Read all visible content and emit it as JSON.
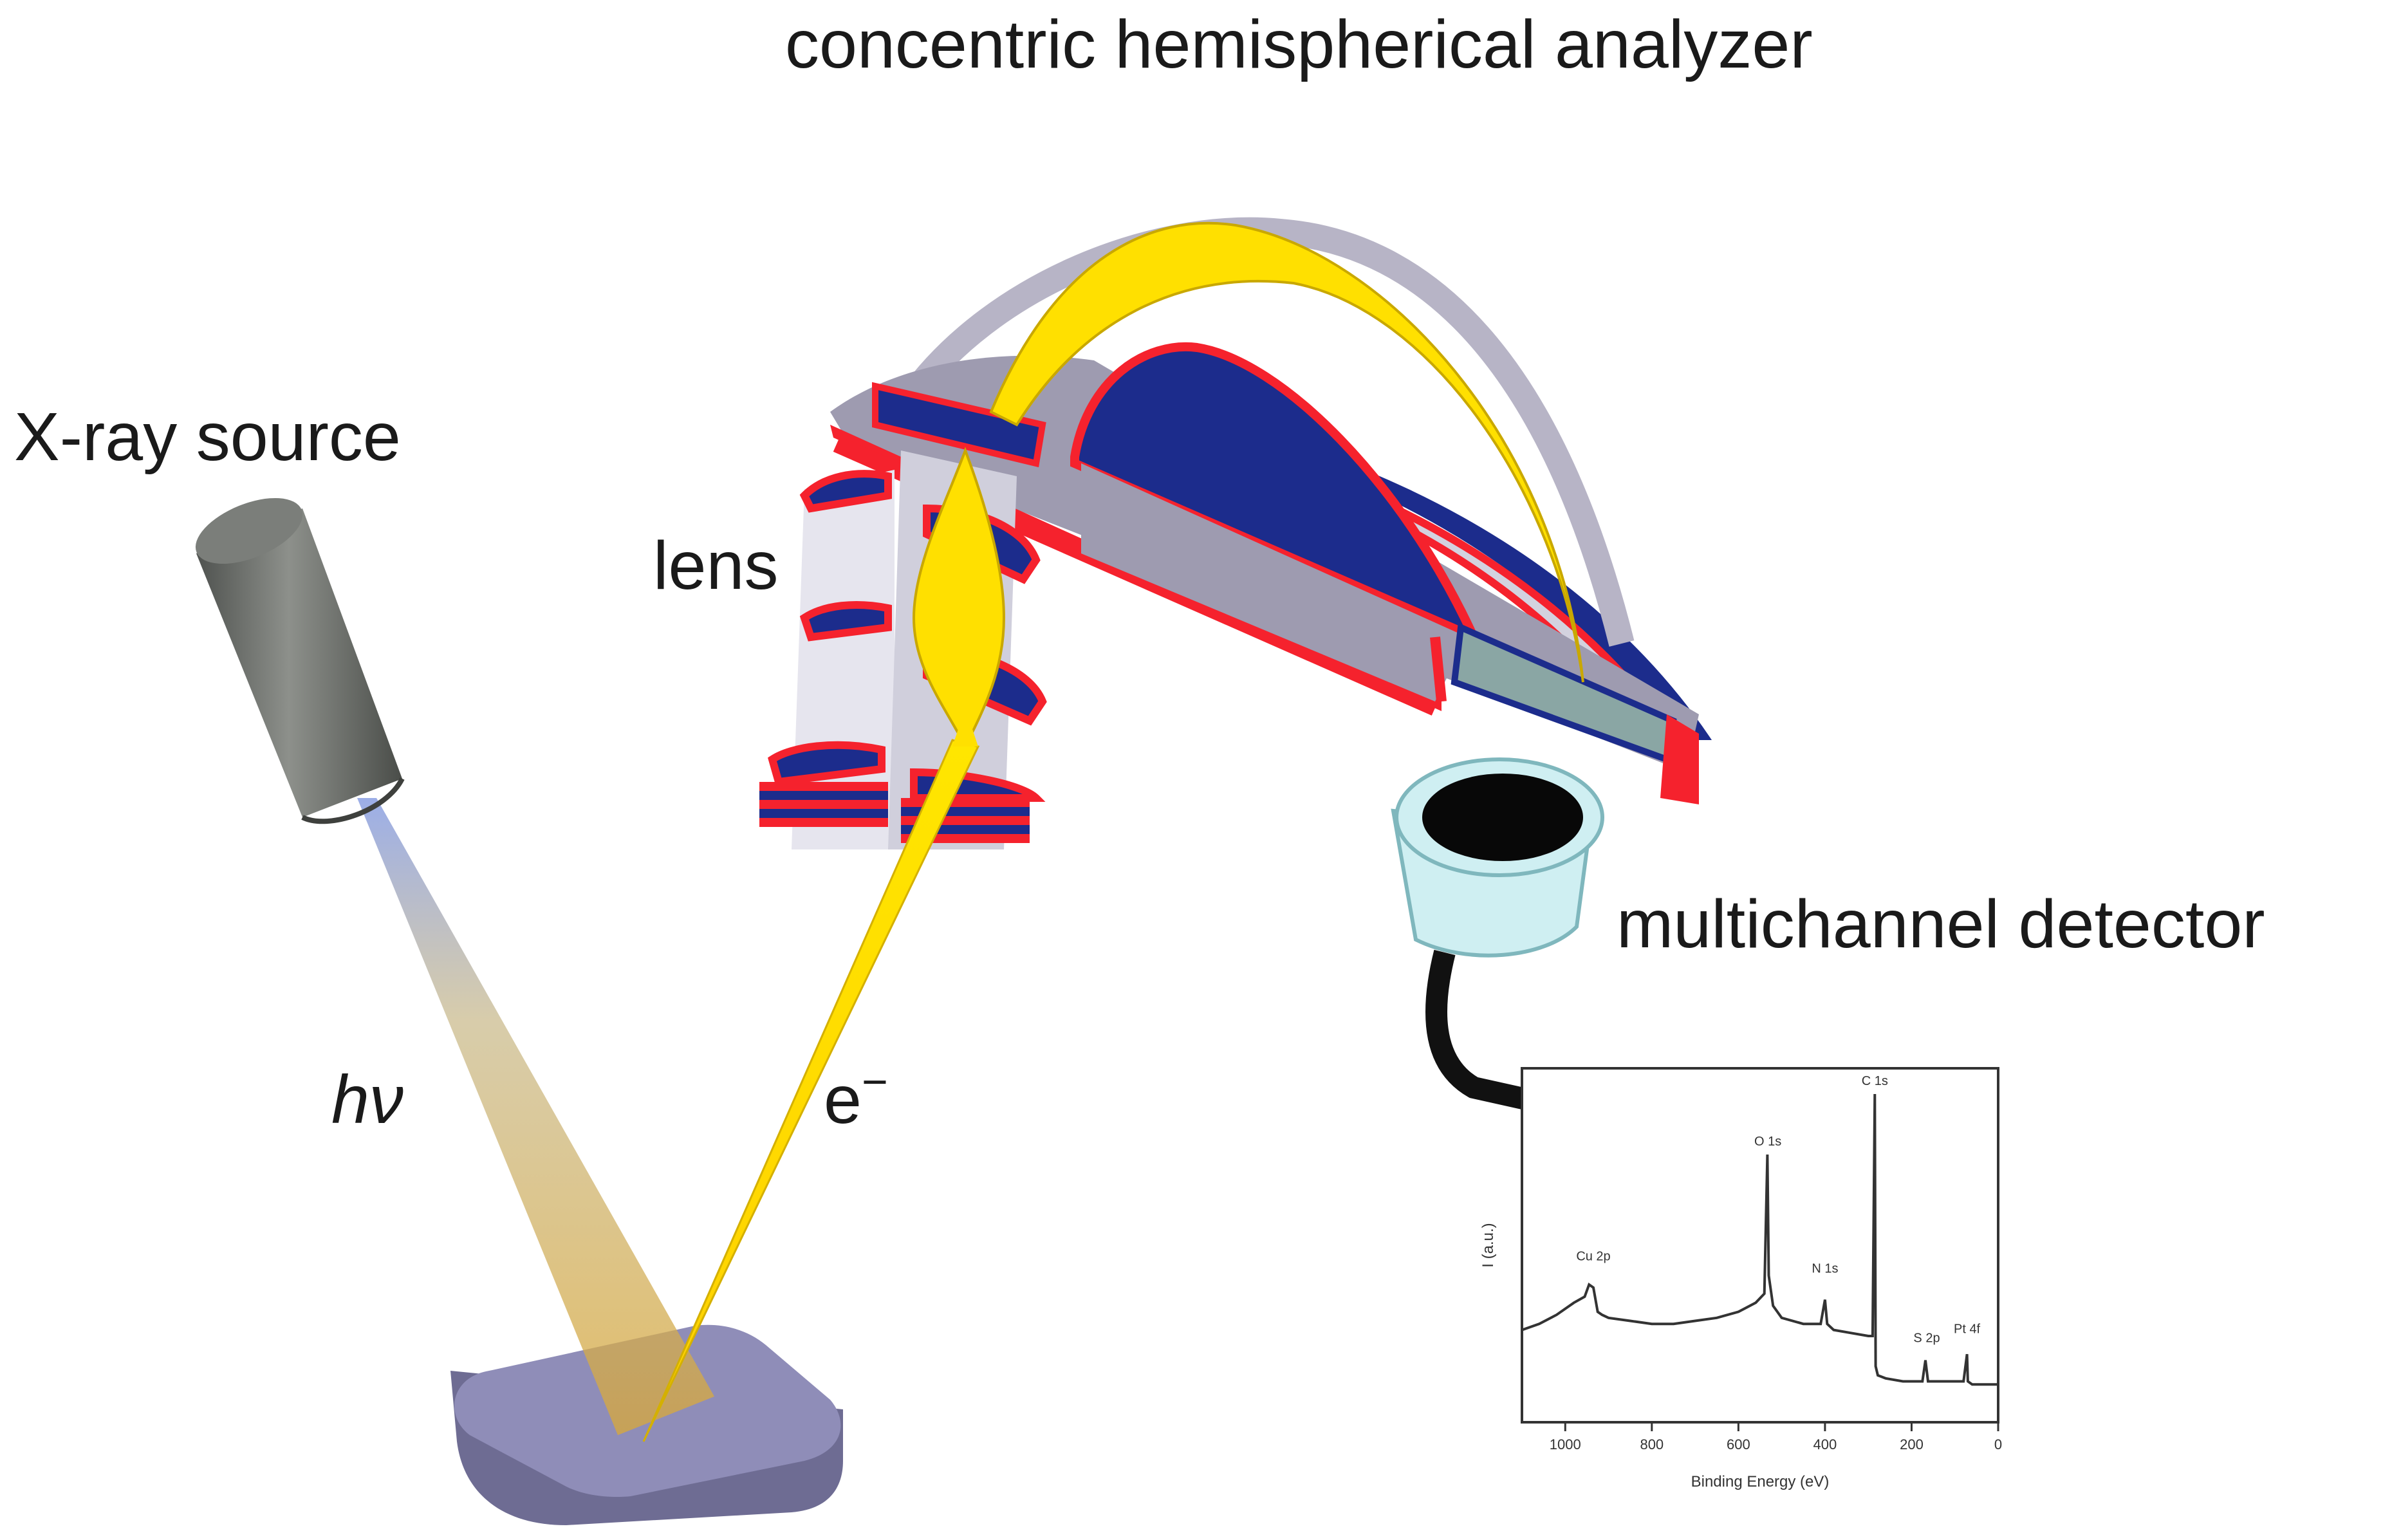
{
  "labels": {
    "analyzer": "concentric hemispherical analyzer",
    "source": "X-ray source",
    "lens": "lens",
    "detector": "multichannel detector",
    "photon_h": "h",
    "photon_nu": "ν",
    "electron_e": "e",
    "electron_minus": "−"
  },
  "colors": {
    "red": "#f5222d",
    "blue": "#1c2c8c",
    "gray": "#9e9bb0",
    "light": "#d3d2df",
    "yellow": "#ffe000",
    "sample": "#8f8db8",
    "detector": "#cfeff2",
    "source": "#6b6e6a"
  },
  "chart_data": {
    "type": "line",
    "xlabel": "Binding Energy (eV)",
    "ylabel": "I (a.u.)",
    "xlim": [
      1100,
      0
    ],
    "ylim": [
      0,
      1
    ],
    "xticks": [
      "1000",
      "800",
      "600",
      "400",
      "200",
      "0"
    ],
    "xtick_values": [
      1000,
      800,
      600,
      400,
      200,
      0
    ],
    "annotations": [
      {
        "text": "Cu 2p",
        "x": 935,
        "y": 0.42
      },
      {
        "text": "O 1s",
        "x": 532,
        "y": 0.8
      },
      {
        "text": "N 1s",
        "x": 400,
        "y": 0.38
      },
      {
        "text": "C 1s",
        "x": 285,
        "y": 1.0
      },
      {
        "text": "S 2p",
        "x": 165,
        "y": 0.15
      },
      {
        "text": "Pt 4f",
        "x": 72,
        "y": 0.18
      }
    ],
    "series": [
      {
        "x": [
          1100,
          1060,
          1020,
          980,
          955,
          945,
          935,
          925,
          915,
          900,
          850,
          800,
          750,
          700,
          650,
          600,
          560,
          540,
          533,
          530,
          520,
          500,
          450,
          410,
          400,
          395,
          380,
          340,
          300,
          290,
          285,
          283,
          278,
          260,
          220,
          200,
          175,
          168,
          162,
          150,
          110,
          90,
          80,
          72,
          70,
          60,
          30,
          0
        ],
        "y": [
          0.22,
          0.24,
          0.27,
          0.31,
          0.33,
          0.37,
          0.36,
          0.28,
          0.27,
          0.26,
          0.25,
          0.24,
          0.24,
          0.25,
          0.26,
          0.28,
          0.31,
          0.34,
          0.8,
          0.4,
          0.3,
          0.26,
          0.24,
          0.24,
          0.32,
          0.24,
          0.22,
          0.21,
          0.2,
          0.2,
          1.0,
          0.1,
          0.07,
          0.06,
          0.05,
          0.05,
          0.05,
          0.12,
          0.05,
          0.05,
          0.05,
          0.05,
          0.05,
          0.14,
          0.05,
          0.04,
          0.04,
          0.04
        ]
      }
    ]
  }
}
